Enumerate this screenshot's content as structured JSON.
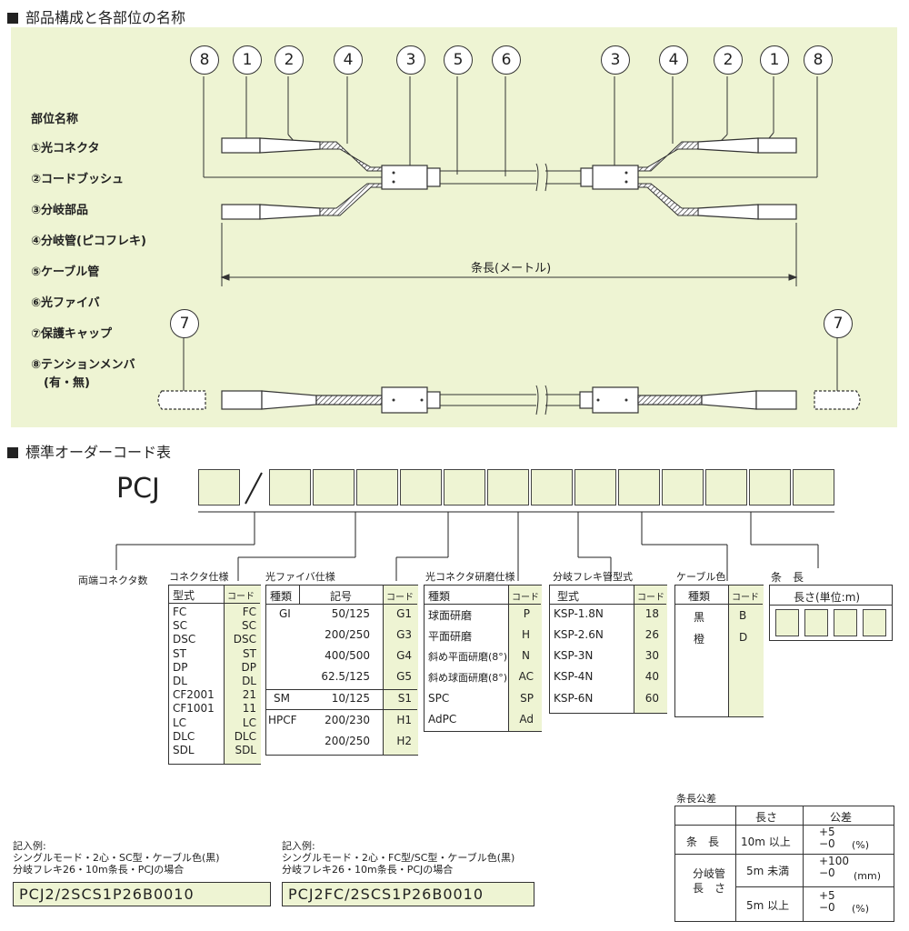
{
  "section1": {
    "title": "部品構成と各部位の名称"
  },
  "parts": {
    "heading": "部位名称",
    "items": [
      "①光コネクタ",
      "②コードブッシュ",
      "③分岐部品",
      "④分岐管(ピコフレキ)",
      "⑤ケーブル管",
      "⑥光ファイバ",
      "⑦保護キャップ",
      "⑧テンションメンバ"
    ],
    "item8_sub": "(有・無)"
  },
  "callouts_top_left": [
    "8",
    "1",
    "2",
    "4",
    "3",
    "5",
    "6"
  ],
  "callouts_top_right": [
    "3",
    "4",
    "2",
    "1",
    "8"
  ],
  "callout_7": "7",
  "length_label": "条長(メートル)",
  "section2": {
    "title": "標準オーダーコード表"
  },
  "order": {
    "prefix": "PCJ",
    "slash": "/"
  },
  "groups": {
    "count": "両端コネクタ数",
    "connector": "コネクタ仕様",
    "fiber": "光ファイバ仕様",
    "polish": "光コネクタ研磨仕様",
    "flex": "分岐フレキ管型式",
    "color": "ケーブル色",
    "length": "条　長"
  },
  "connector_table": {
    "headers": [
      "型式",
      "コード"
    ],
    "rows": [
      [
        "FC",
        "FC"
      ],
      [
        "SC",
        "SC"
      ],
      [
        "DSC",
        "DSC"
      ],
      [
        "ST",
        "ST"
      ],
      [
        "DP",
        "DP"
      ],
      [
        "DL",
        "DL"
      ],
      [
        "CF2001",
        "21"
      ],
      [
        "CF1001",
        "11"
      ],
      [
        "LC",
        "LC"
      ],
      [
        "DLC",
        "DLC"
      ],
      [
        "SDL",
        "SDL"
      ]
    ]
  },
  "fiber_table": {
    "headers": [
      "種類",
      "記号",
      "コード"
    ],
    "rows": [
      [
        "GI",
        "50/125",
        "G1"
      ],
      [
        "",
        "200/250",
        "G3"
      ],
      [
        "",
        "400/500",
        "G4"
      ],
      [
        "",
        "62.5/125",
        "G5"
      ],
      [
        "SM",
        "10/125",
        "S1"
      ],
      [
        "HPCF",
        "200/230",
        "H1"
      ],
      [
        "",
        "200/250",
        "H2"
      ]
    ]
  },
  "polish_table": {
    "headers": [
      "種類",
      "コード"
    ],
    "rows": [
      [
        "球面研磨",
        "P"
      ],
      [
        "平面研磨",
        "H"
      ],
      [
        "斜め平面研磨(8°)",
        "N"
      ],
      [
        "斜め球面研磨(8°)",
        "AC"
      ],
      [
        "SPC",
        "SP"
      ],
      [
        "AdPC",
        "Ad"
      ]
    ]
  },
  "flex_table": {
    "headers": [
      "型式",
      "コード"
    ],
    "rows": [
      [
        "KSP-1.8N",
        "18"
      ],
      [
        "KSP-2.6N",
        "26"
      ],
      [
        "KSP-3N",
        "30"
      ],
      [
        "KSP-4N",
        "40"
      ],
      [
        "KSP-6N",
        "60"
      ]
    ]
  },
  "color_table": {
    "headers": [
      "種類",
      "コード"
    ],
    "rows": [
      [
        "黒",
        "B"
      ],
      [
        "橙",
        "D"
      ]
    ]
  },
  "length_table": {
    "header": "長さ(単位:m)"
  },
  "tolerance": {
    "title": "条長公差",
    "headers": [
      "長さ",
      "公差"
    ],
    "row1": {
      "item": "条　長",
      "length": "10m 以上",
      "tol": "+5 −0",
      "unit": "(%)"
    },
    "row2": {
      "item": "分岐管 長　さ",
      "length": "5m 未満",
      "tol": "+100 −0",
      "unit": "(mm)"
    },
    "row3": {
      "length": "5m 以上",
      "tol": "+5 −0",
      "unit": "(%)"
    }
  },
  "example1": {
    "head": "記入例:",
    "line1": "シングルモード・2心・SC型・ケーブル色(黒)",
    "line2": "分岐フレキ26・10m条長・PCJの場合",
    "code": "PCJ2/2SCS1P26B0010"
  },
  "example2": {
    "head": "記入例:",
    "line1": "シングルモード・2心・FC型/SC型・ケーブル色(黒)",
    "line2": "分岐フレキ26・10m条長・PCJの場合",
    "code": "PCJ2FC/2SCS1P26B0010"
  },
  "colors": {
    "panel": "#eef4d3",
    "ink": "#222222"
  }
}
